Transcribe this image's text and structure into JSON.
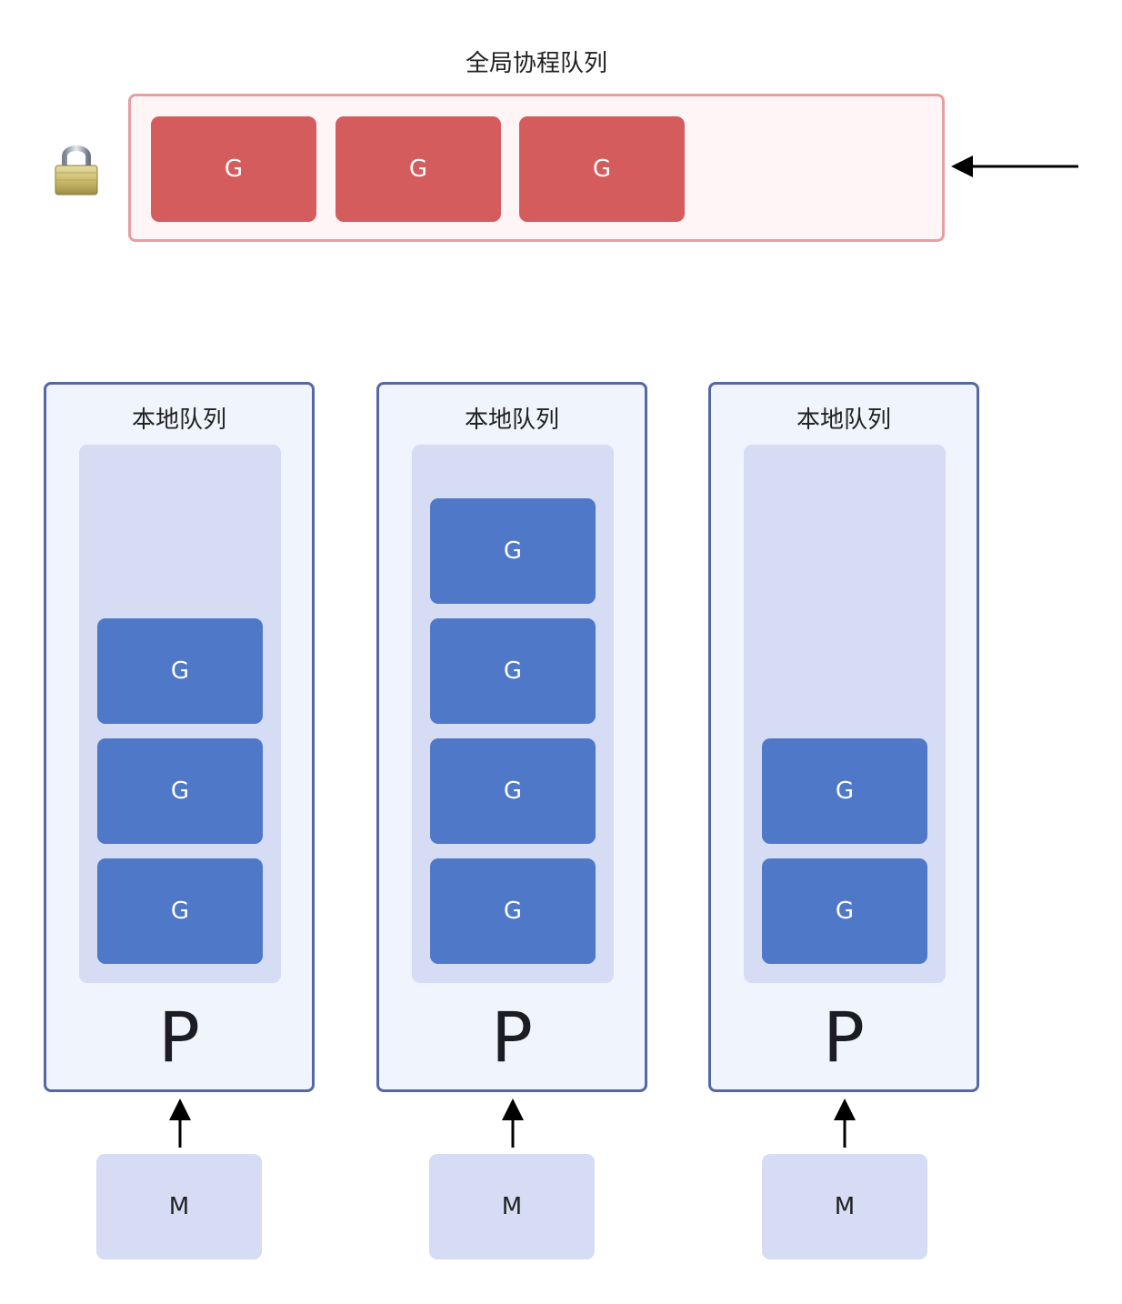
{
  "global_queue": {
    "title": "全局协程队列",
    "items": [
      "G",
      "G",
      "G"
    ]
  },
  "processors": [
    {
      "title": "本地队列",
      "label": "P",
      "queue": [
        "G",
        "G",
        "G"
      ],
      "machine": "M"
    },
    {
      "title": "本地队列",
      "label": "P",
      "queue": [
        "G",
        "G",
        "G",
        "G"
      ],
      "machine": "M"
    },
    {
      "title": "本地队列",
      "label": "P",
      "queue": [
        "G",
        "G"
      ],
      "machine": "M"
    }
  ],
  "icons": {
    "lock": "lock-icon",
    "arrow_in": "arrow-left-icon",
    "arrow_up": "arrow-up-icon"
  },
  "colors": {
    "global_g": "#d45c5c",
    "global_border": "#e5a0a3",
    "global_bg": "#fff5f6",
    "local_g": "#5078c8",
    "p_border": "#5567a4",
    "p_bg": "#f0f4fc",
    "queue_bg": "#d6dcf3"
  }
}
